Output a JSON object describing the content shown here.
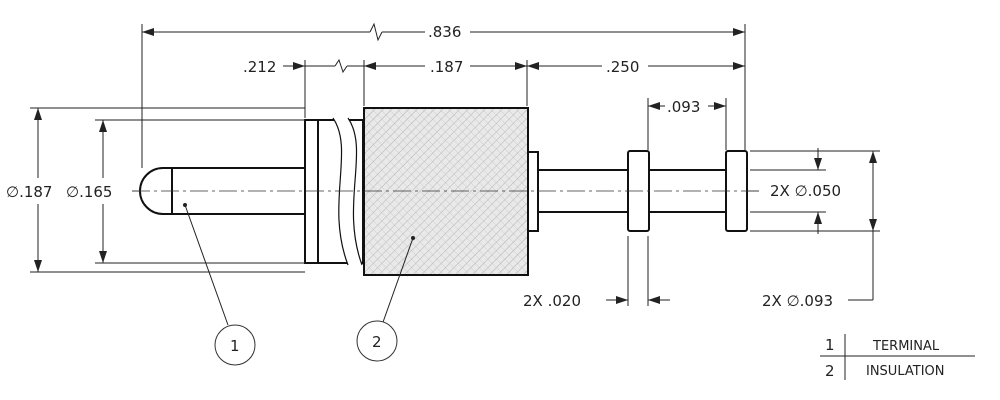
{
  "dimensions": {
    "overall_length": ".836",
    "left_length": ".212",
    "insulation_length": ".187",
    "right_length": ".250",
    "flange_spacing": ".093",
    "left_dia_outer": "∅.187",
    "left_dia_inner": "∅.165",
    "pin_dia": "2X ∅.050",
    "flange_dia": "2X ∅.093",
    "flange_thickness": "2X .020"
  },
  "balloons": [
    {
      "number": "1"
    },
    {
      "number": "2"
    }
  ],
  "parts_table": [
    {
      "item": "1",
      "name": "TERMINAL"
    },
    {
      "item": "2",
      "name": "INSULATION"
    }
  ]
}
